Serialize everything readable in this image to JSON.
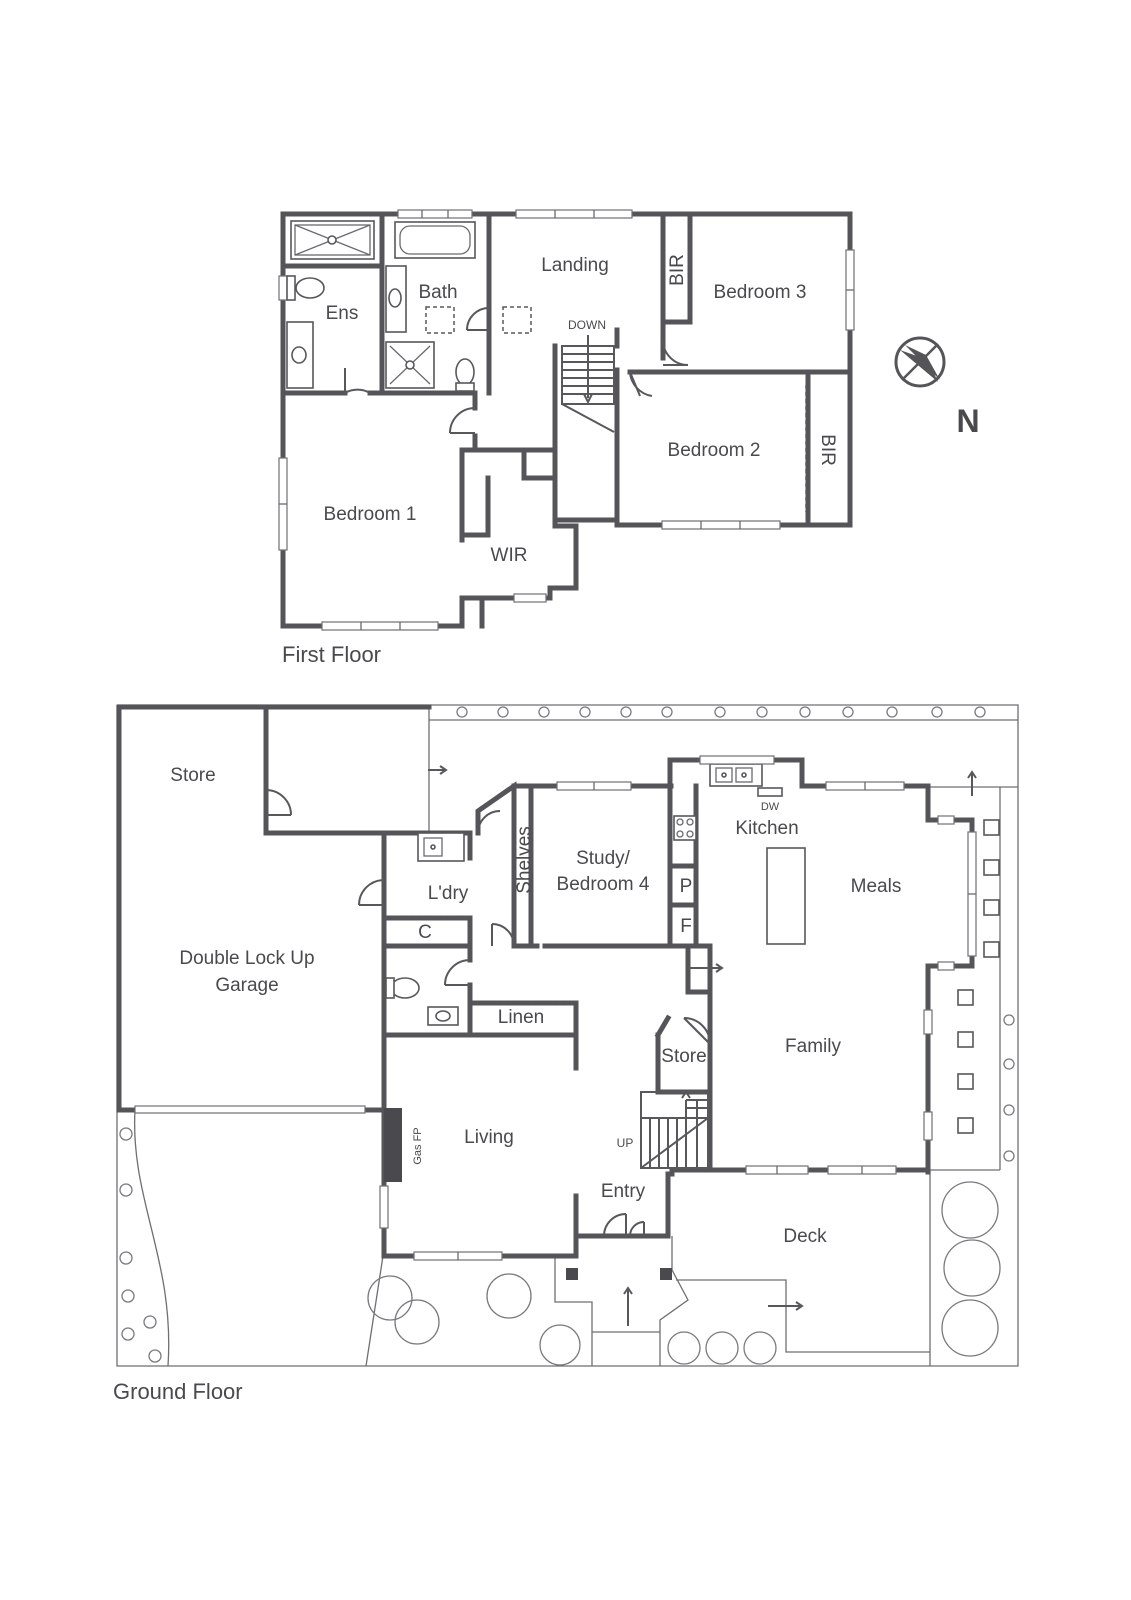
{
  "floors": {
    "first": {
      "title": "First Floor",
      "rooms": {
        "ens": "Ens",
        "bath": "Bath",
        "landing": "Landing",
        "down": "DOWN",
        "bir_top": "BIR",
        "bedroom3": "Bedroom 3",
        "bedroom2": "Bedroom 2",
        "bir_right": "BIR",
        "bedroom1": "Bedroom 1",
        "wir": "WIR"
      }
    },
    "ground": {
      "title": "Ground Floor",
      "rooms": {
        "store_garage": "Store",
        "garage_line1": "Double Lock Up",
        "garage_line2": "Garage",
        "laundry": "L'dry",
        "cupboard": "C",
        "shelves": "Shelves",
        "study_line1": "Study/",
        "study_line2": "Bedroom 4",
        "kitchen": "Kitchen",
        "dishwasher": "DW",
        "pantry": "P",
        "fridge": "F",
        "meals": "Meals",
        "linen": "Linen",
        "store_stair": "Store",
        "family": "Family",
        "living": "Living",
        "gas_fp": "Gas FP",
        "up": "UP",
        "entry": "Entry",
        "deck": "Deck"
      }
    }
  },
  "compass": {
    "label": "N"
  },
  "colors": {
    "wall": "#555559",
    "text": "#4a4a4e",
    "background": "#ffffff"
  }
}
